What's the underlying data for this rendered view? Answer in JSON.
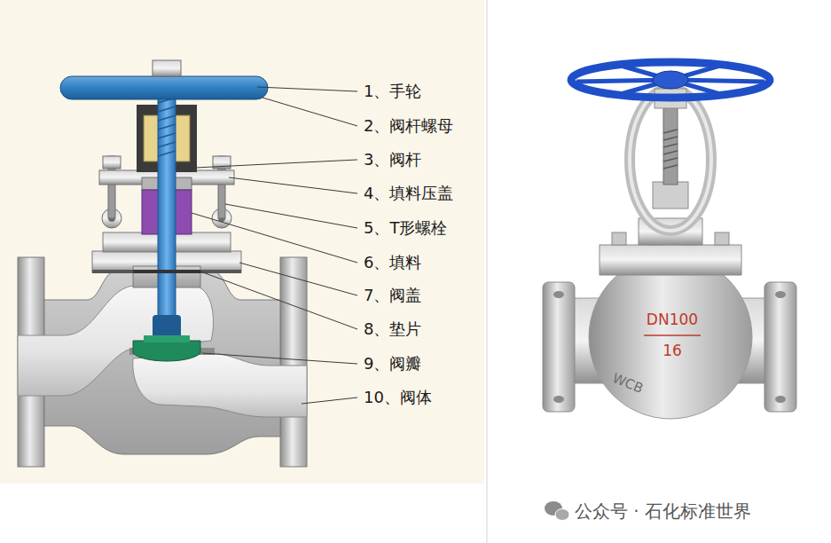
{
  "diagram": {
    "labels": [
      "1、手轮",
      "2、阀杆螺母",
      "3、阀杆",
      "4、填料压盖",
      "5、T形螺栓",
      "6、填料",
      "7、阀盖",
      "8、垫片",
      "9、阀瓣",
      "10、阀体",
      "DN100",
      "16",
      "WCB",
      "公众号 · 石化标准世界"
    ]
  }
}
